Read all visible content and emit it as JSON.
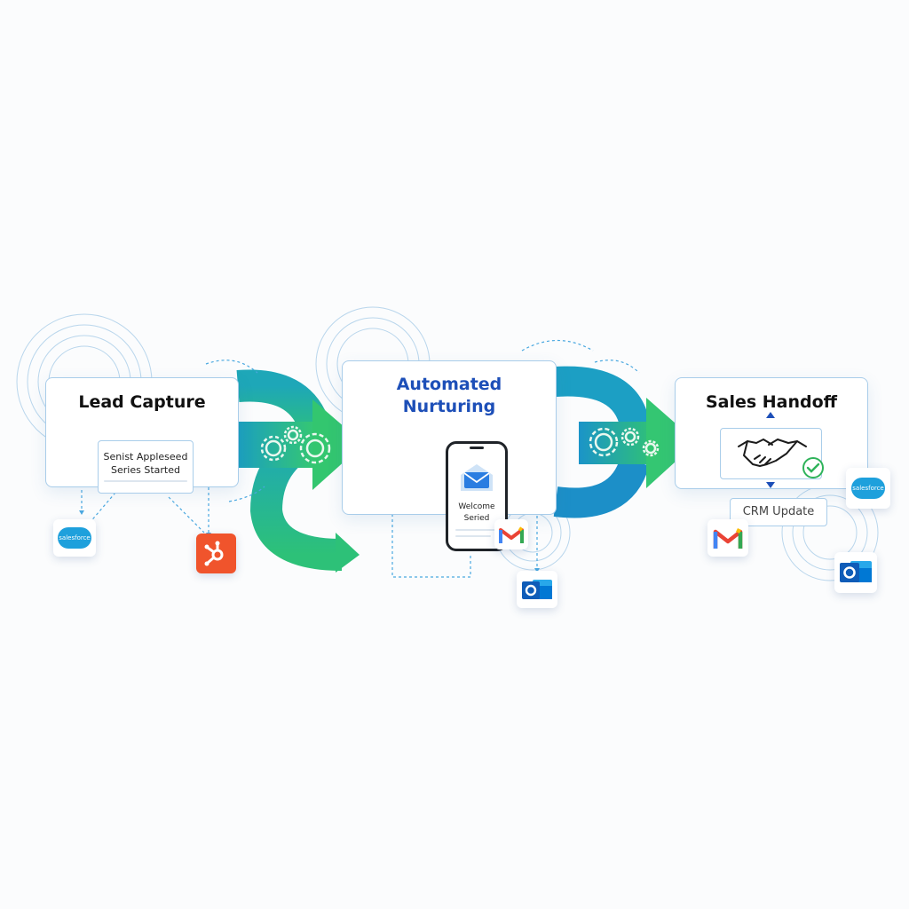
{
  "stages": [
    {
      "title": "Lead Capture"
    },
    {
      "title_line1": "Automated",
      "title_line2": "Nurturing"
    },
    {
      "title": "Sales Handoff"
    }
  ],
  "lead_capture": {
    "line1": "Senist Appleseed",
    "line2": "Series Started"
  },
  "phone": {
    "line1": "Welcome",
    "line2": "Seried"
  },
  "crm_update": "CRM Update",
  "salesforce_logo_text": "salesforce",
  "icons": [
    "salesforce-logo",
    "hubspot-logo",
    "gmail-logo",
    "outlook-logo",
    "gear-icon",
    "mail-icon",
    "handshake-icon",
    "check-icon"
  ],
  "colors": {
    "arrow_teal": "#1aa3b8",
    "arrow_green": "#35c873",
    "title_blue": "#1d4fb8",
    "card_border": "#a9cdea",
    "hubspot": "#f0542c",
    "check": "#2fb35a"
  }
}
